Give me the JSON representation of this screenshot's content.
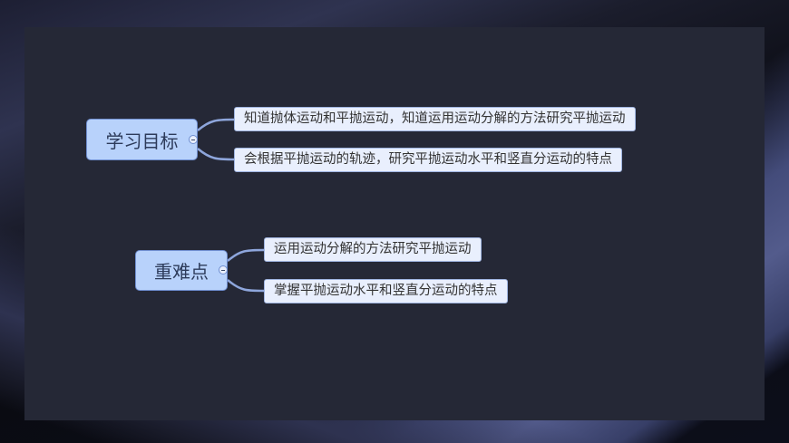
{
  "mindmap": {
    "topics": [
      {
        "label": "学习目标",
        "children": [
          "知道抛体运动和平抛运动，知道运用运动分解的方法研究平抛运动",
          "会根据平抛运动的轨迹，研究平抛运动水平和竖直分运动的特点"
        ]
      },
      {
        "label": "重难点",
        "children": [
          "运用运动分解的方法研究平抛运动",
          "掌握平抛运动水平和竖直分运动的特点"
        ]
      }
    ]
  },
  "colors": {
    "panel": "#252836",
    "root_fill": "#b8d2fb",
    "leaf_fill": "#e9effd",
    "connector": "#8ea6dc"
  }
}
